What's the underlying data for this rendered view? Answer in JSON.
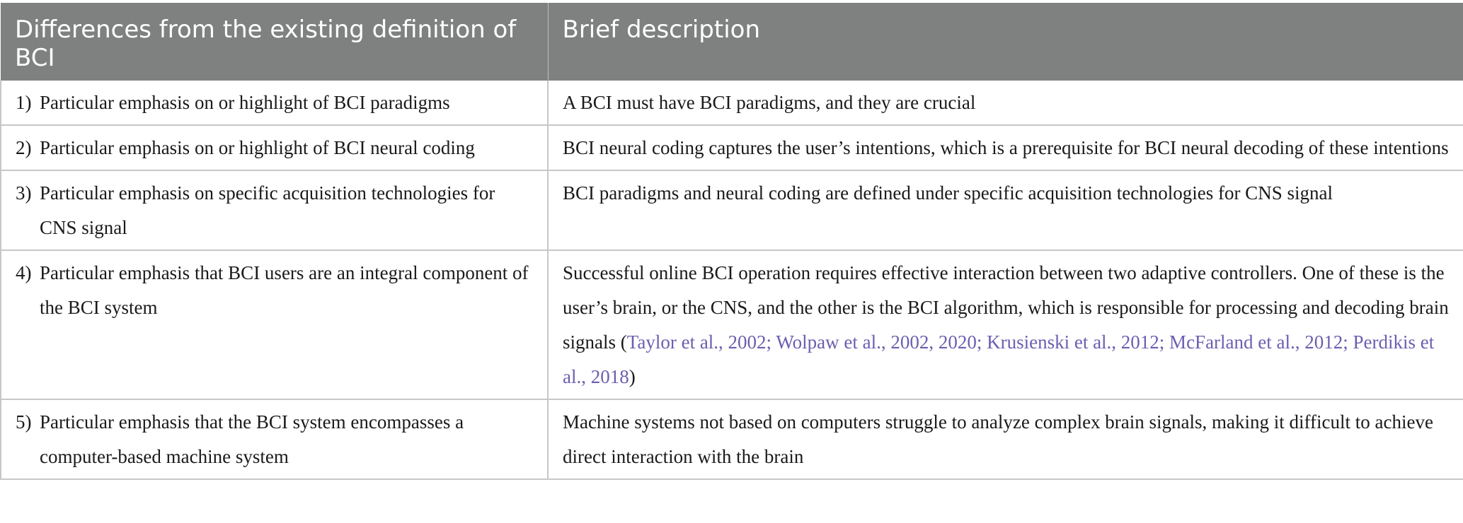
{
  "table": {
    "headers": [
      "Differences from the existing definition of BCI",
      "Brief description"
    ],
    "rows": [
      {
        "num": "1)",
        "difference": "Particular emphasis on or highlight of BCI paradigms",
        "description": "A BCI must have BCI paradigms, and they are crucial",
        "citation": "",
        "close": ""
      },
      {
        "num": "2)",
        "difference": "Particular emphasis on or highlight of BCI neural coding",
        "description": "BCI neural coding captures the user’s intentions, which is a prerequisite for BCI neural decoding of these intentions",
        "citation": "",
        "close": ""
      },
      {
        "num": "3)",
        "difference": "Particular emphasis on specific acquisition technologies for CNS signal",
        "description": "BCI paradigms and neural coding are defined under specific acquisition technologies for CNS signal",
        "citation": "",
        "close": ""
      },
      {
        "num": "4)",
        "difference": "Particular emphasis that BCI users are an integral component of the BCI system",
        "description": "Successful online BCI operation requires effective interaction between two adaptive controllers. One of these is the user’s brain, or the CNS, and the other is the BCI algorithm, which is responsible for processing and decoding brain signals (",
        "citation": "Taylor et al., 2002; Wolpaw et al., 2002, 2020; Krusienski et al., 2012; McFarland et al., 2012; Perdikis et al., 2018",
        "close": ")"
      },
      {
        "num": "5)",
        "difference": "Particular emphasis that the BCI system encompasses a computer-based machine system",
        "description": "Machine systems not based on computers struggle to analyze complex brain signals, making it difficult to achieve direct interaction with the brain",
        "citation": "",
        "close": ""
      }
    ]
  }
}
